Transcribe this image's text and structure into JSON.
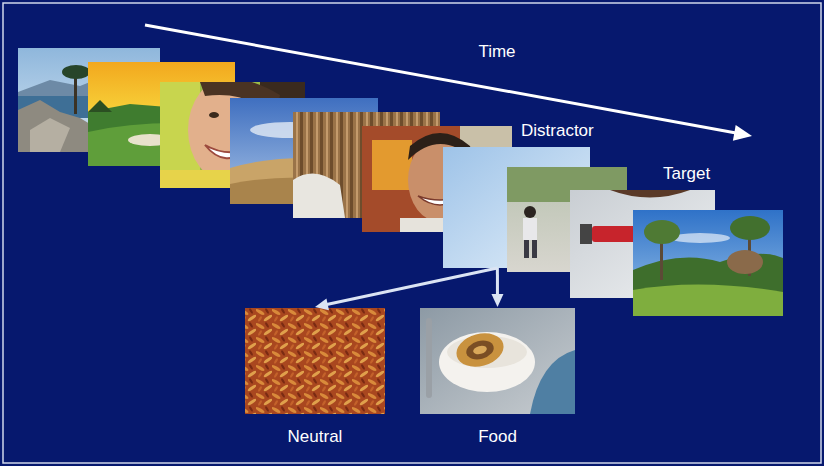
{
  "diagram": {
    "nodes": [
      {
        "text": [
          "Distractor"
        ]
      },
      {
        "text": [
          "Target"
        ]
      },
      {
        "text": [
          "Neutral"
        ]
      },
      {
        "text": [
          "Food"
        ]
      }
    ],
    "edges": [
      {
        "from": 0,
        "to": 2,
        "arrow": "to"
      },
      {
        "from": 0,
        "to": 3,
        "arrow": "to"
      }
    ],
    "labels": [
      "Time"
    ]
  }
}
